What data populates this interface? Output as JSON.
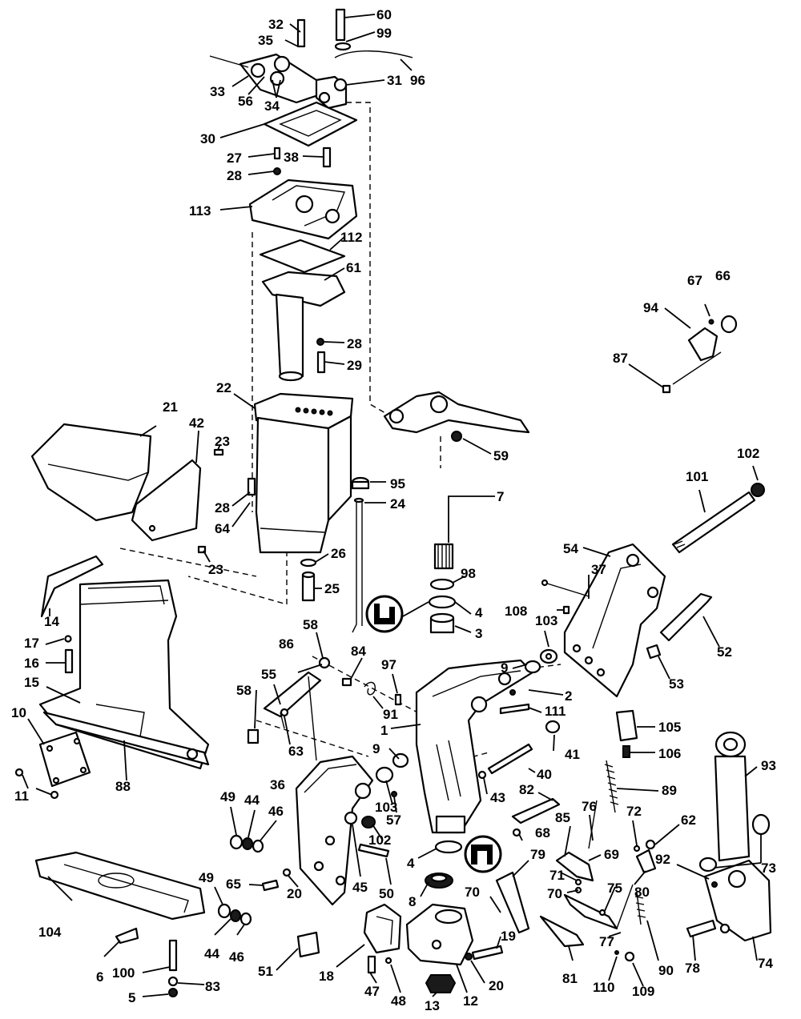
{
  "diagram": {
    "labels": [
      {
        "id": "32",
        "text": "32"
      },
      {
        "id": "60",
        "text": "60"
      },
      {
        "id": "35",
        "text": "35"
      },
      {
        "id": "99",
        "text": "99"
      },
      {
        "id": "96",
        "text": "96"
      },
      {
        "id": "33",
        "text": "33"
      },
      {
        "id": "56",
        "text": "56"
      },
      {
        "id": "34",
        "text": "34"
      },
      {
        "id": "31",
        "text": "31"
      },
      {
        "id": "30",
        "text": "30"
      },
      {
        "id": "27",
        "text": "27"
      },
      {
        "id": "38",
        "text": "38"
      },
      {
        "id": "28a",
        "text": "28"
      },
      {
        "id": "113",
        "text": "113"
      },
      {
        "id": "112",
        "text": "112"
      },
      {
        "id": "61",
        "text": "61"
      },
      {
        "id": "67",
        "text": "67"
      },
      {
        "id": "66",
        "text": "66"
      },
      {
        "id": "94",
        "text": "94"
      },
      {
        "id": "87",
        "text": "87"
      },
      {
        "id": "28b",
        "text": "28"
      },
      {
        "id": "29",
        "text": "29"
      },
      {
        "id": "22",
        "text": "22"
      },
      {
        "id": "21",
        "text": "21"
      },
      {
        "id": "42",
        "text": "42"
      },
      {
        "id": "23a",
        "text": "23"
      },
      {
        "id": "59",
        "text": "59"
      },
      {
        "id": "102a",
        "text": "102"
      },
      {
        "id": "101",
        "text": "101"
      },
      {
        "id": "95",
        "text": "95"
      },
      {
        "id": "7",
        "text": "7"
      },
      {
        "id": "24",
        "text": "24"
      },
      {
        "id": "28c",
        "text": "28"
      },
      {
        "id": "64",
        "text": "64"
      },
      {
        "id": "54",
        "text": "54"
      },
      {
        "id": "26",
        "text": "26"
      },
      {
        "id": "23b",
        "text": "23"
      },
      {
        "id": "37",
        "text": "37"
      },
      {
        "id": "98",
        "text": "98"
      },
      {
        "id": "25",
        "text": "25"
      },
      {
        "id": "14",
        "text": "14"
      },
      {
        "id": "4a",
        "text": "4"
      },
      {
        "id": "108",
        "text": "108"
      },
      {
        "id": "103a",
        "text": "103"
      },
      {
        "id": "3",
        "text": "3"
      },
      {
        "id": "58a",
        "text": "58"
      },
      {
        "id": "17",
        "text": "17"
      },
      {
        "id": "52",
        "text": "52"
      },
      {
        "id": "86",
        "text": "86"
      },
      {
        "id": "84",
        "text": "84"
      },
      {
        "id": "9a",
        "text": "9"
      },
      {
        "id": "16",
        "text": "16"
      },
      {
        "id": "97",
        "text": "97"
      },
      {
        "id": "53",
        "text": "53"
      },
      {
        "id": "15",
        "text": "15"
      },
      {
        "id": "55",
        "text": "55"
      },
      {
        "id": "2",
        "text": "2"
      },
      {
        "id": "58b",
        "text": "58"
      },
      {
        "id": "91",
        "text": "91"
      },
      {
        "id": "10",
        "text": "10"
      },
      {
        "id": "111",
        "text": "111"
      },
      {
        "id": "1",
        "text": "1"
      },
      {
        "id": "105",
        "text": "105"
      },
      {
        "id": "63",
        "text": "63"
      },
      {
        "id": "88",
        "text": "88"
      },
      {
        "id": "41",
        "text": "41"
      },
      {
        "id": "106",
        "text": "106"
      },
      {
        "id": "9b",
        "text": "9"
      },
      {
        "id": "11",
        "text": "11"
      },
      {
        "id": "93",
        "text": "93"
      },
      {
        "id": "36",
        "text": "36"
      },
      {
        "id": "40",
        "text": "40"
      },
      {
        "id": "89",
        "text": "89"
      },
      {
        "id": "82",
        "text": "82"
      },
      {
        "id": "103b",
        "text": "103"
      },
      {
        "id": "43",
        "text": "43"
      },
      {
        "id": "49a",
        "text": "49"
      },
      {
        "id": "44a",
        "text": "44"
      },
      {
        "id": "46a",
        "text": "46"
      },
      {
        "id": "76",
        "text": "76"
      },
      {
        "id": "57",
        "text": "57"
      },
      {
        "id": "72",
        "text": "72"
      },
      {
        "id": "62",
        "text": "62"
      },
      {
        "id": "85",
        "text": "85"
      },
      {
        "id": "102b",
        "text": "102"
      },
      {
        "id": "68",
        "text": "68"
      },
      {
        "id": "69",
        "text": "69"
      },
      {
        "id": "92",
        "text": "92"
      },
      {
        "id": "79",
        "text": "79"
      },
      {
        "id": "4b",
        "text": "4"
      },
      {
        "id": "73",
        "text": "73"
      },
      {
        "id": "71",
        "text": "71"
      },
      {
        "id": "80",
        "text": "80"
      },
      {
        "id": "65",
        "text": "65"
      },
      {
        "id": "20a",
        "text": "20"
      },
      {
        "id": "45",
        "text": "45"
      },
      {
        "id": "50",
        "text": "50"
      },
      {
        "id": "49b",
        "text": "49"
      },
      {
        "id": "75",
        "text": "75"
      },
      {
        "id": "8",
        "text": "8"
      },
      {
        "id": "70a",
        "text": "70"
      },
      {
        "id": "70b",
        "text": "70"
      },
      {
        "id": "104",
        "text": "104"
      },
      {
        "id": "77",
        "text": "77"
      },
      {
        "id": "19",
        "text": "19"
      },
      {
        "id": "44b",
        "text": "44"
      },
      {
        "id": "46b",
        "text": "46"
      },
      {
        "id": "6",
        "text": "6"
      },
      {
        "id": "90",
        "text": "90"
      },
      {
        "id": "78",
        "text": "78"
      },
      {
        "id": "74",
        "text": "74"
      },
      {
        "id": "81",
        "text": "81"
      },
      {
        "id": "100",
        "text": "100"
      },
      {
        "id": "51",
        "text": "51"
      },
      {
        "id": "18",
        "text": "18"
      },
      {
        "id": "20b",
        "text": "20"
      },
      {
        "id": "110",
        "text": "110"
      },
      {
        "id": "109",
        "text": "109"
      },
      {
        "id": "5",
        "text": "5"
      },
      {
        "id": "83",
        "text": "83"
      },
      {
        "id": "47",
        "text": "47"
      },
      {
        "id": "48",
        "text": "48"
      },
      {
        "id": "12",
        "text": "12"
      },
      {
        "id": "13",
        "text": "13"
      }
    ]
  }
}
